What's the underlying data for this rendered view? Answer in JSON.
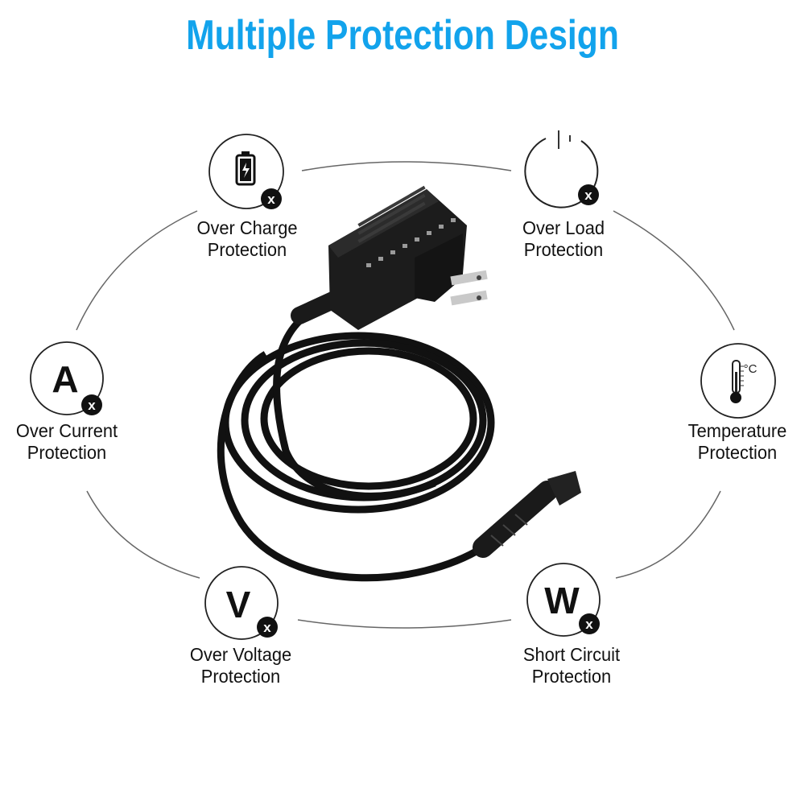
{
  "title": "Multiple Protection Design",
  "colors": {
    "title": "#12a3ec",
    "icon": "#111111",
    "ring": "#333333",
    "orbit": "#555555"
  },
  "features": [
    {
      "id": "over-charge",
      "line1": "Over Charge",
      "line2": "Protection",
      "icon": "battery-icon",
      "has_x": true
    },
    {
      "id": "over-load",
      "line1": "Over Load",
      "line2": "Protection",
      "icon": "power-icon",
      "has_x": true
    },
    {
      "id": "over-current",
      "line1": "Over Current",
      "line2": "Protection",
      "icon": "ampere-icon",
      "glyph": "A",
      "has_x": true
    },
    {
      "id": "temperature",
      "line1": "Temperature",
      "line2": "Protection",
      "icon": "thermometer-icon",
      "unit": "°C",
      "has_x": false
    },
    {
      "id": "over-voltage",
      "line1": "Over Voltage",
      "line2": "Protection",
      "icon": "volt-icon",
      "glyph": "V",
      "has_x": true
    },
    {
      "id": "short-circuit",
      "line1": "Short Circuit",
      "line2": "Protection",
      "icon": "watt-icon",
      "glyph": "W",
      "has_x": true
    }
  ],
  "badge_x": "x"
}
